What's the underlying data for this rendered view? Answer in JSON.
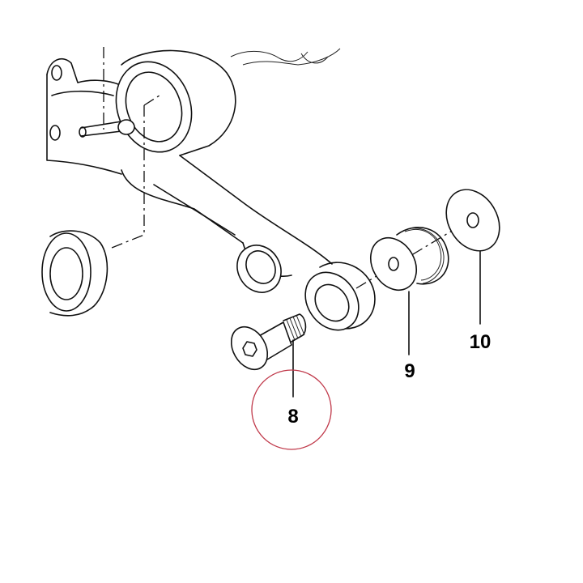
{
  "callouts": [
    {
      "id": "part-8",
      "text": "8"
    },
    {
      "id": "part-9",
      "text": "9"
    },
    {
      "id": "part-10",
      "text": "10"
    }
  ],
  "colors": {
    "line": "#111111",
    "highlight_circle": "#c0394a",
    "background": "#ffffff"
  }
}
